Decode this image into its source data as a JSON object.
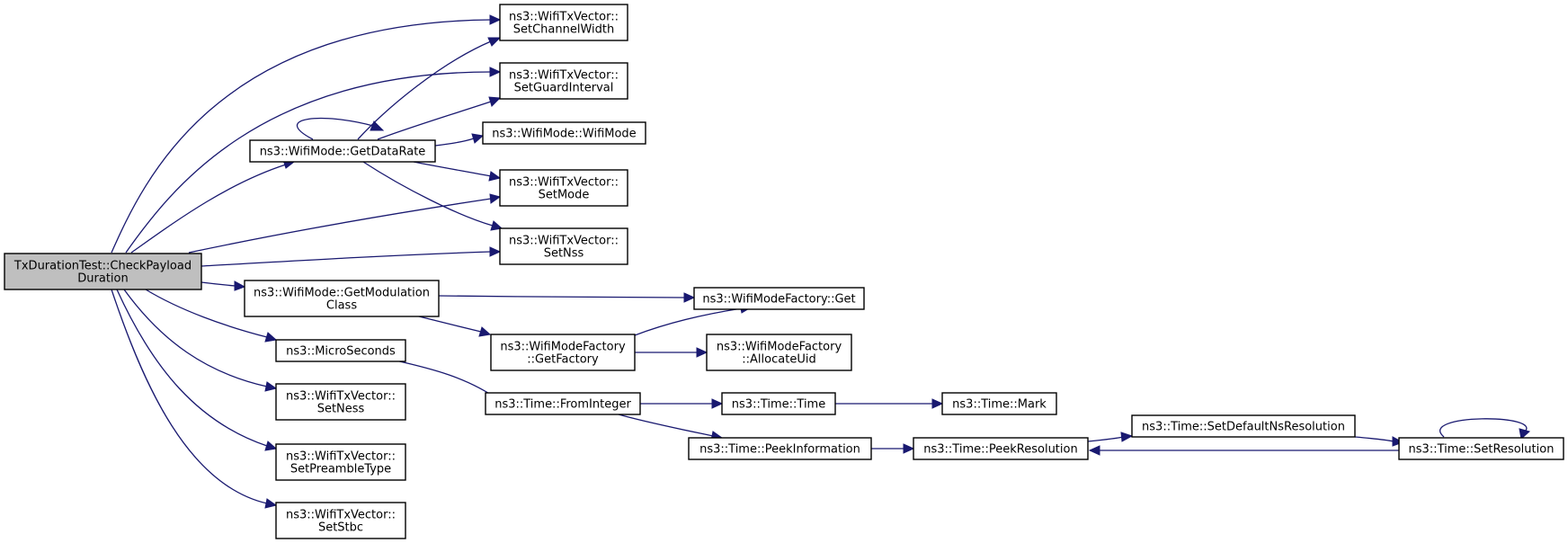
{
  "nodes": {
    "root": [
      "TxDurationTest::CheckPayload",
      "Duration"
    ],
    "set_channel_width": [
      "ns3::WifiTxVector::",
      "SetChannelWidth"
    ],
    "set_guard_interval": [
      "ns3::WifiTxVector::",
      "SetGuardInterval"
    ],
    "get_data_rate": [
      "ns3::WifiMode::GetDataRate"
    ],
    "wifi_mode_ctor": [
      "ns3::WifiMode::WifiMode"
    ],
    "set_mode": [
      "ns3::WifiTxVector::",
      "SetMode"
    ],
    "set_nss": [
      "ns3::WifiTxVector::",
      "SetNss"
    ],
    "get_modulation_class": [
      "ns3::WifiMode::GetModulation",
      "Class"
    ],
    "factory_get": [
      "ns3::WifiModeFactory::Get"
    ],
    "get_factory": [
      "ns3::WifiModeFactory",
      "::GetFactory"
    ],
    "allocate_uid": [
      "ns3::WifiModeFactory",
      "::AllocateUid"
    ],
    "micro_seconds": [
      "ns3::MicroSeconds"
    ],
    "from_integer": [
      "ns3::Time::FromInteger"
    ],
    "time_ctor": [
      "ns3::Time::Time"
    ],
    "time_mark": [
      "ns3::Time::Mark"
    ],
    "set_ness": [
      "ns3::WifiTxVector::",
      "SetNess"
    ],
    "peek_information": [
      "ns3::Time::PeekInformation"
    ],
    "peek_resolution": [
      "ns3::Time::PeekResolution"
    ],
    "set_default_ns_resolution": [
      "ns3::Time::SetDefaultNsResolution"
    ],
    "set_resolution": [
      "ns3::Time::SetResolution"
    ],
    "set_preamble_type": [
      "ns3::WifiTxVector::",
      "SetPreambleType"
    ],
    "set_stbc": [
      "ns3::WifiTxVector::",
      "SetStbc"
    ]
  },
  "edges": [
    [
      "root",
      "set_channel_width"
    ],
    [
      "root",
      "set_guard_interval"
    ],
    [
      "root",
      "get_data_rate"
    ],
    [
      "root",
      "set_mode"
    ],
    [
      "root",
      "set_nss"
    ],
    [
      "root",
      "get_modulation_class"
    ],
    [
      "root",
      "micro_seconds"
    ],
    [
      "root",
      "set_ness"
    ],
    [
      "root",
      "set_preamble_type"
    ],
    [
      "root",
      "set_stbc"
    ],
    [
      "get_data_rate",
      "get_data_rate"
    ],
    [
      "get_data_rate",
      "set_channel_width"
    ],
    [
      "get_data_rate",
      "set_guard_interval"
    ],
    [
      "get_data_rate",
      "wifi_mode_ctor"
    ],
    [
      "get_data_rate",
      "set_mode"
    ],
    [
      "get_data_rate",
      "set_nss"
    ],
    [
      "get_modulation_class",
      "factory_get"
    ],
    [
      "get_modulation_class",
      "get_factory"
    ],
    [
      "get_factory",
      "factory_get"
    ],
    [
      "get_factory",
      "allocate_uid"
    ],
    [
      "micro_seconds",
      "from_integer"
    ],
    [
      "from_integer",
      "time_ctor"
    ],
    [
      "from_integer",
      "peek_information"
    ],
    [
      "time_ctor",
      "time_mark"
    ],
    [
      "peek_information",
      "peek_resolution"
    ],
    [
      "peek_resolution",
      "set_default_ns_resolution"
    ],
    [
      "set_default_ns_resolution",
      "set_resolution"
    ],
    [
      "set_resolution",
      "peek_resolution"
    ],
    [
      "set_resolution",
      "set_resolution"
    ]
  ],
  "colors": {
    "edge": "#191970",
    "root_fill": "#bfbfbf",
    "node_fill": "#ffffff",
    "node_stroke": "#000000"
  }
}
